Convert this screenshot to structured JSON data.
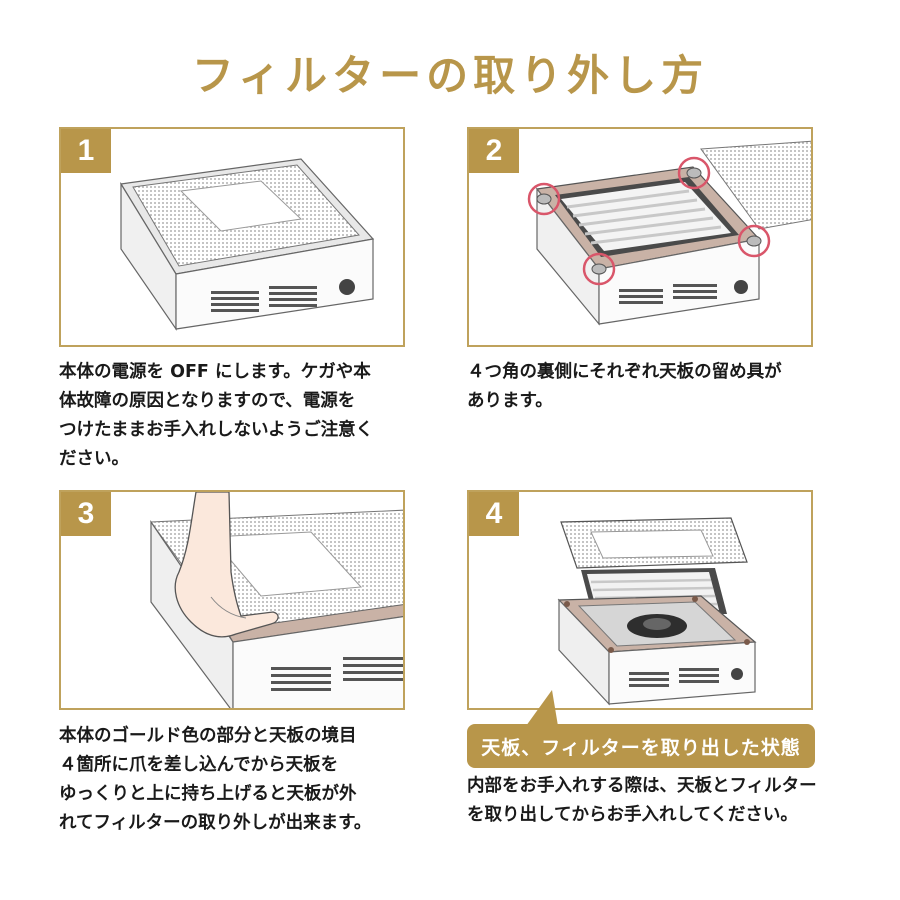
{
  "page": {
    "title": "フィルターの取り外し方"
  },
  "steps": [
    {
      "number": "1",
      "caption": [
        "本体の電源を OFF にします。ケガや本",
        "体故障の原因となりますので、電源を",
        "つけたままお手入れしないようご注意く",
        "ださい。"
      ]
    },
    {
      "number": "2",
      "caption": [
        "４つ角の裏側にそれぞれ天板の留め具が",
        "あります。"
      ]
    },
    {
      "number": "3",
      "caption": [
        "本体のゴールド色の部分と天板の境目",
        "４箇所に爪を差し込んでから天板を",
        "ゆっくりと上に持ち上げると天板が外",
        "れてフィルターの取り外しが出来ます。"
      ]
    },
    {
      "number": "4",
      "caption": [
        "内部をお手入れする際は、天板とフィルター",
        "を取り出してからお手入れしてください。"
      ]
    }
  ],
  "state_label": "天板、フィルターを取り出した状態",
  "colors": {
    "accent": "#b8964a",
    "frame": "#bfa25c",
    "clip_circle": "#d9566a"
  },
  "icons": [
    "step-1-unit-illustration",
    "step-2-clips-illustration",
    "step-3-hand-lift-illustration",
    "step-4-filter-removed-illustration"
  ]
}
